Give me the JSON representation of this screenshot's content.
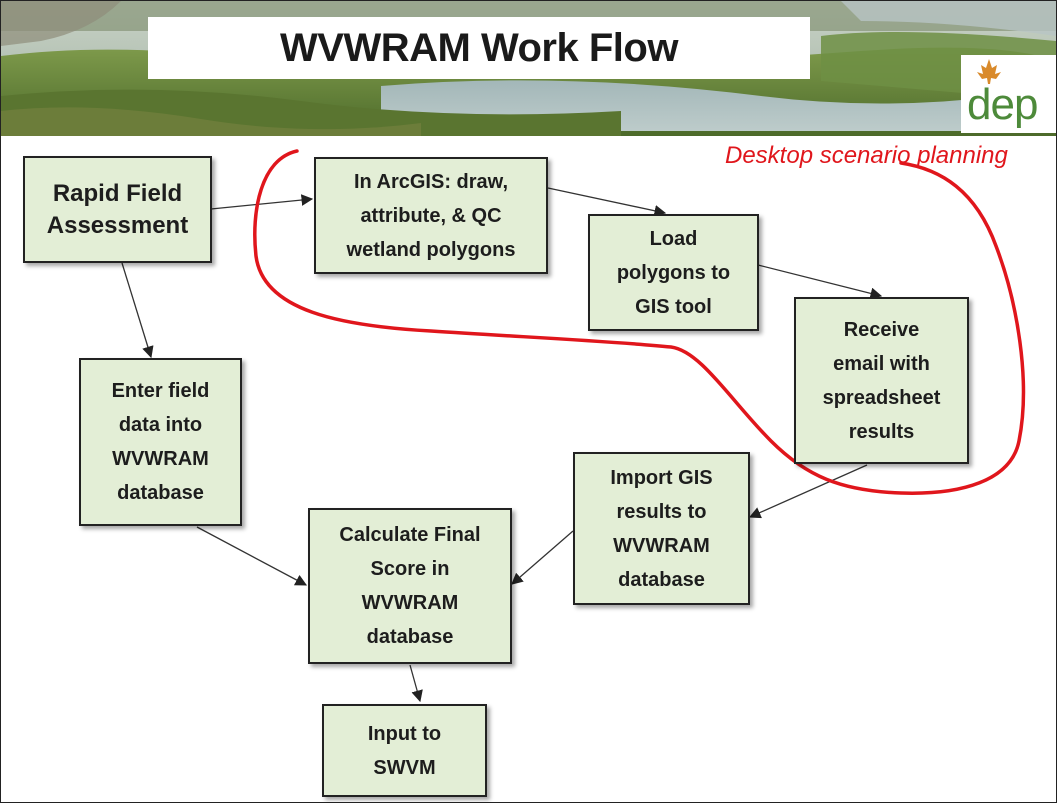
{
  "title": "WVWRAM Work Flow",
  "logo_text": "dep",
  "scenario_label": "Desktop scenario planning",
  "colors": {
    "box_fill": "#e3eed6",
    "annotation_red": "#e0161c",
    "logo_green": "#4d8a3a"
  },
  "steps": [
    {
      "id": "rapid-field-assessment",
      "label": "Rapid Field\nAssessment"
    },
    {
      "id": "arcgis-draw",
      "label": "In ArcGIS: draw,\nattribute, & QC\nwetland polygons"
    },
    {
      "id": "load-polygons",
      "label": "Load\npolygons to\nGIS tool"
    },
    {
      "id": "receive-email",
      "label": "Receive\nemail with\nspreadsheet\nresults"
    },
    {
      "id": "enter-field-data",
      "label": "Enter field\ndata into\nWVWRAM\ndatabase"
    },
    {
      "id": "import-gis",
      "label": "Import GIS\nresults to\nWVWRAM\ndatabase"
    },
    {
      "id": "calculate-score",
      "label": "Calculate Final\nScore in\nWVWRAM\ndatabase"
    },
    {
      "id": "input-swvm",
      "label": "Input to\nSWVM"
    }
  ]
}
